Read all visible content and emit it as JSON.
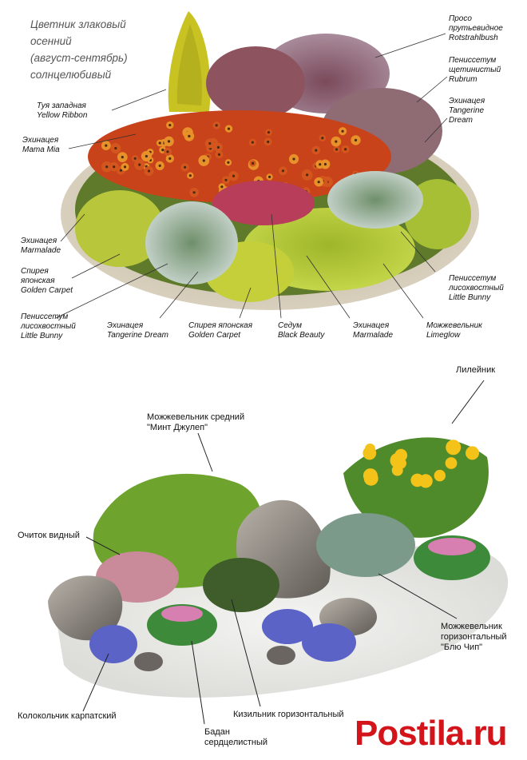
{
  "top": {
    "title": [
      "Цветник злаковый",
      "осенний",
      "(август-сентябрь)",
      "солнцелюбивый"
    ],
    "labels": [
      {
        "id": "proso",
        "lines": [
          "Просо",
          "прутьевидное",
          "Rotstrahlbush"
        ]
      },
      {
        "id": "penn-rubrum",
        "lines": [
          "Пениссетум",
          "щетинистый",
          "Rubrum"
        ]
      },
      {
        "id": "ech-tangerine-right",
        "lines": [
          "Эхинацея",
          "Tangerine",
          "Dream"
        ]
      },
      {
        "id": "thuja",
        "lines": [
          "Туя западная",
          "Yellow Ribbon"
        ]
      },
      {
        "id": "ech-mamamia",
        "lines": [
          "Эхинацея",
          "Mama Mia"
        ]
      },
      {
        "id": "ech-marmalade-left",
        "lines": [
          "Эхинацея",
          "Marmalade"
        ]
      },
      {
        "id": "spirea-left",
        "lines": [
          "Спирея",
          "японская",
          "Golden Carpet"
        ]
      },
      {
        "id": "penn-bunny-right",
        "lines": [
          "Пениссетум",
          "лисохвостный",
          "Little Bunny"
        ]
      },
      {
        "id": "penn-bunny-bottom",
        "lines": [
          "Пениссетум",
          "лисохвостный",
          "Little Bunny"
        ]
      },
      {
        "id": "ech-tangerine-bottom",
        "lines": [
          "Эхинацея",
          "Tangerine Dream"
        ]
      },
      {
        "id": "spirea-bottom",
        "lines": [
          "Спирея японская",
          "Golden Carpet"
        ]
      },
      {
        "id": "sedum",
        "lines": [
          "Седум",
          "Black Beauty"
        ]
      },
      {
        "id": "ech-marmalade-bottom",
        "lines": [
          "Эхинацея",
          "Marmalade"
        ]
      },
      {
        "id": "juniper-limeglow",
        "lines": [
          "Можжевельник",
          "Limeglow"
        ]
      }
    ]
  },
  "bottom": {
    "labels": [
      {
        "id": "liliynik",
        "lines": [
          "Лилейник"
        ]
      },
      {
        "id": "juniper-mint",
        "lines": [
          "Можжевельник средний",
          "\"Минт Джулеп\""
        ]
      },
      {
        "id": "ochitok",
        "lines": [
          "Очиток видный"
        ]
      },
      {
        "id": "juniper-bluechip",
        "lines": [
          "Можжевельник",
          "горизонтальный",
          "\"Блю Чип\""
        ]
      },
      {
        "id": "kolokolchik",
        "lines": [
          "Колокольчик карпатский"
        ]
      },
      {
        "id": "kizilnik",
        "lines": [
          "Кизильник горизонтальный"
        ]
      },
      {
        "id": "badan",
        "lines": [
          "Бадан",
          "сердцелистный"
        ]
      }
    ]
  },
  "watermark": "Postila.ru",
  "colors": {
    "watermark": "#d3151b",
    "label_text": "#111111",
    "title_text": "#555555"
  }
}
